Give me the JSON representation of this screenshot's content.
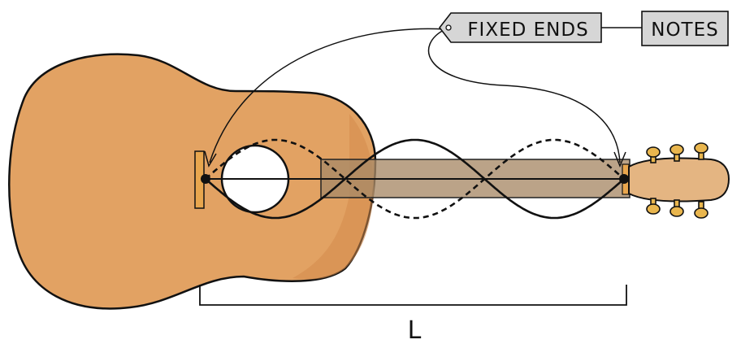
{
  "labels": {
    "fixed_ends": "FIXED ENDS",
    "notes": "NOTES",
    "length": "L"
  },
  "colors": {
    "body": "#E2A263",
    "body_dark": "#D48A4C",
    "neck": "#B89A7E",
    "headstock": "#E4B582",
    "bridge": "#E8A64E",
    "tuning_peg": "#E9B64E",
    "outline": "#111111"
  }
}
